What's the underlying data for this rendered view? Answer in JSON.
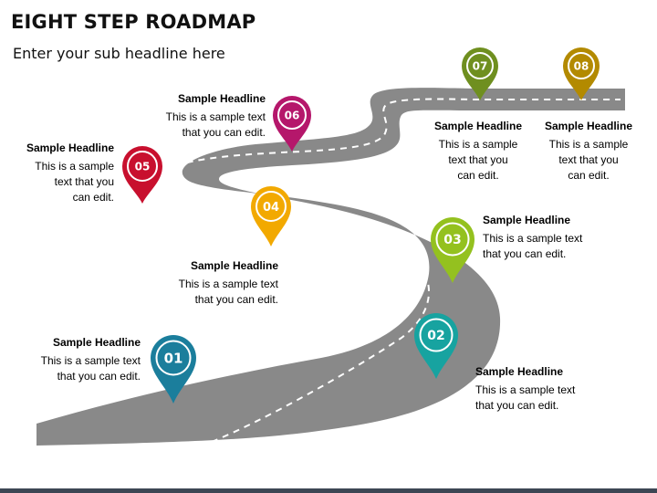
{
  "title": "EIGHT STEP ROADMAP",
  "subtitle": "Enter your sub headline here",
  "steps": [
    {
      "num": "01",
      "color": "#1b7e9c",
      "headline": "Sample Headline",
      "text": "This is a sample text\nthat you can edit."
    },
    {
      "num": "02",
      "color": "#17a3a0",
      "headline": "Sample Headline",
      "text": "This is a sample text\nthat you can edit."
    },
    {
      "num": "03",
      "color": "#94c11f",
      "headline": "Sample Headline",
      "text": "This is a sample text\nthat you can edit."
    },
    {
      "num": "04",
      "color": "#f2a900",
      "headline": "Sample Headline",
      "text": "This is a sample text\nthat you can edit."
    },
    {
      "num": "05",
      "color": "#c8102e",
      "headline": "Sample Headline",
      "text": "This is a sample\ntext that you\ncan edit."
    },
    {
      "num": "06",
      "color": "#b5176b",
      "headline": "Sample Headline",
      "text": "This is a sample text\nthat you can edit."
    },
    {
      "num": "07",
      "color": "#6f8f1f",
      "headline": "Sample Headline",
      "text": "This is a sample\ntext that you\ncan edit."
    },
    {
      "num": "08",
      "color": "#b38a00",
      "headline": "Sample Headline",
      "text": "This is a sample\ntext that you\ncan edit."
    }
  ],
  "colors": {
    "road": "#898989",
    "road_marking": "#ffffff",
    "footer": "#3d4654"
  }
}
